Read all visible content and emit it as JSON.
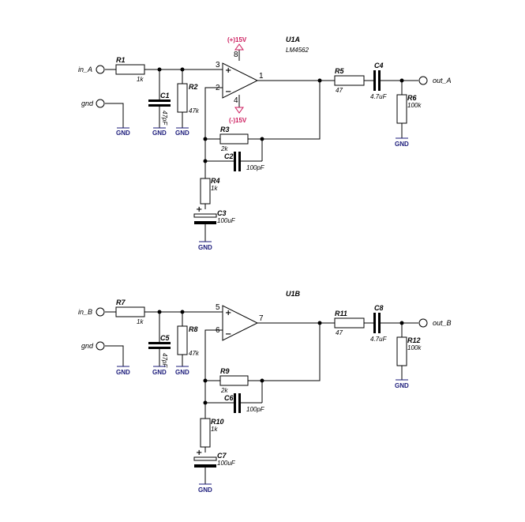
{
  "ch_a": {
    "chip": "U1A",
    "chip_model": "LM4562",
    "input_port": "in_A",
    "gnd_port": "gnd",
    "output_port": "out_A",
    "power_pos": "(+)15V",
    "power_neg": "(-)15V",
    "pin_noninv": "3",
    "pin_inv": "2",
    "pin_out": "1",
    "pin_vpos": "8",
    "pin_vneg": "4",
    "r_in": {
      "ref": "R1",
      "value": "1k"
    },
    "c_in": {
      "ref": "C1",
      "value": "47pF"
    },
    "r_bias": {
      "ref": "R2",
      "value": "47k"
    },
    "r_fb": {
      "ref": "R3",
      "value": "2k"
    },
    "c_fb": {
      "ref": "C2",
      "value": "100pF"
    },
    "r_gnd": {
      "ref": "R4",
      "value": "1k"
    },
    "c_gnd": {
      "ref": "C3",
      "value": "100uF"
    },
    "r_out": {
      "ref": "R5",
      "value": "47"
    },
    "c_out": {
      "ref": "C4",
      "value": "4.7uF"
    },
    "r_load": {
      "ref": "R6",
      "value": "100k"
    }
  },
  "ch_b": {
    "chip": "U1B",
    "input_port": "in_B",
    "gnd_port": "gnd",
    "output_port": "out_B",
    "pin_noninv": "5",
    "pin_inv": "6",
    "pin_out": "7",
    "r_in": {
      "ref": "R7",
      "value": "1k"
    },
    "c_in": {
      "ref": "C5",
      "value": "47pF"
    },
    "r_bias": {
      "ref": "R8",
      "value": "47k"
    },
    "r_fb": {
      "ref": "R9",
      "value": "2k"
    },
    "c_fb": {
      "ref": "C6",
      "value": "100pF"
    },
    "r_gnd": {
      "ref": "R10",
      "value": "1k"
    },
    "c_gnd": {
      "ref": "C7",
      "value": "100uF"
    },
    "r_out": {
      "ref": "R11",
      "value": "47"
    },
    "c_out": {
      "ref": "C8",
      "value": "4.7uF"
    },
    "r_load": {
      "ref": "R12",
      "value": "100k"
    }
  },
  "gnd_label": "GND",
  "plus_sign": "+",
  "minus_sign": "−",
  "colors": {
    "wire": "#000000",
    "ground": "#1a1a7a",
    "power": "#cc1a5c"
  }
}
